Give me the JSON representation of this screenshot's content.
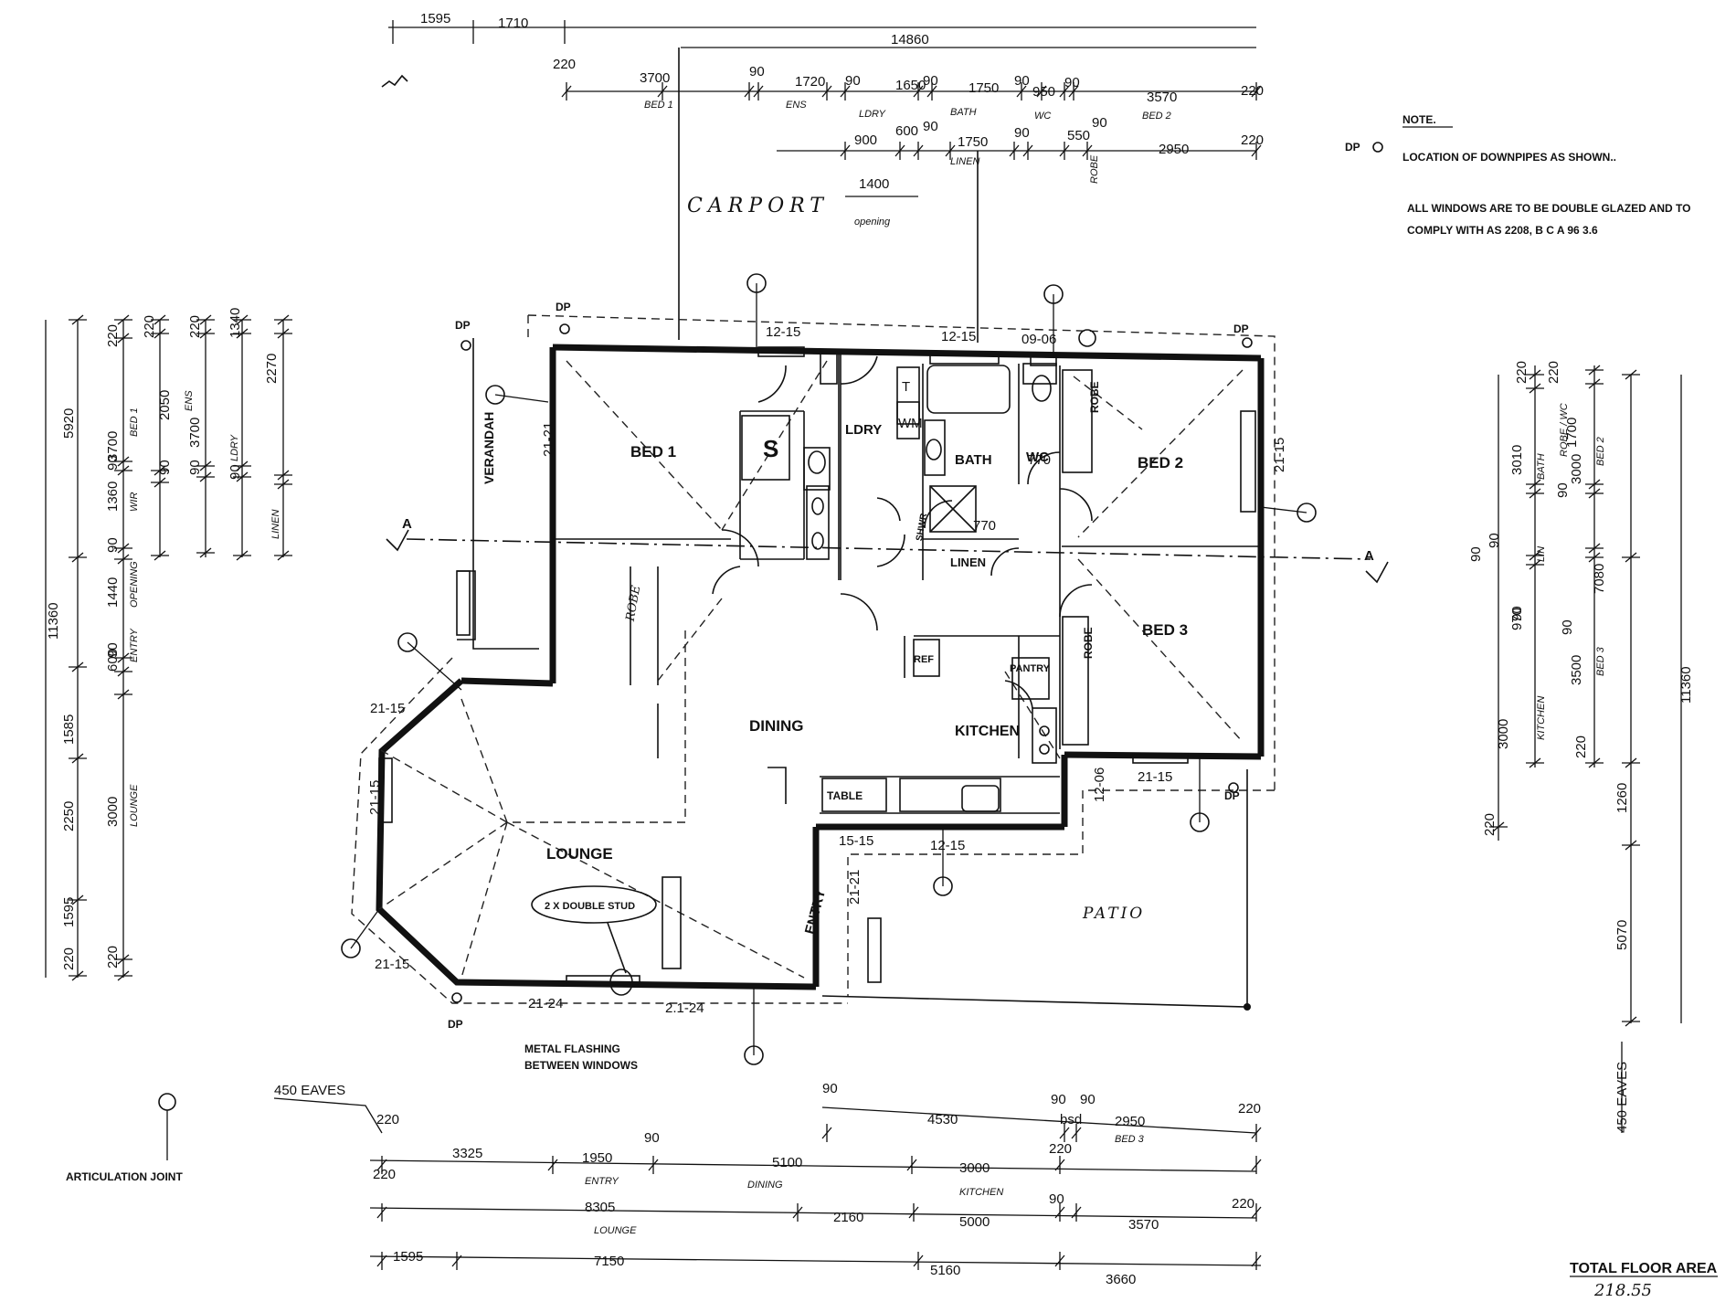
{
  "notes": {
    "heading": "NOTE.",
    "dp_key": "DP",
    "dp_text": "LOCATION OF DOWNPIPES AS SHOWN..",
    "windows_line1": "ALL WINDOWS ARE TO BE DOUBLE GLAZED AND TO",
    "windows_line2": "COMPLY WITH AS 2208, B C A 96 3.6"
  },
  "rooms": {
    "bed1": "BED 1",
    "bed2": "BED 2",
    "bed3": "BED 3",
    "ldry": "LDRY",
    "bath": "BATH",
    "wc": "WC",
    "linen": "LINEN",
    "robe1": "ROBE",
    "robe2": "ROBE",
    "robe3": "ROBE",
    "dining": "DINING",
    "kitchen": "KITCHEN",
    "pantry": "PANTRY",
    "ref": "REF",
    "table": "TABLE",
    "lounge": "LOUNGE",
    "entry": "ENTRY",
    "verandah": "VERANDAH",
    "carport": "CARPORT",
    "patio": "PATIO",
    "double_stud": "2 X DOUBLE STUD",
    "wm": "WM",
    "t": "T",
    "s": "S",
    "shwr": "SHWR"
  },
  "section": {
    "a_left": "A",
    "a_right": "A"
  },
  "window_codes": {
    "w1": "12-15",
    "w2": "12-15",
    "w3": "09-06",
    "w4": "21-15",
    "w5": "21-21",
    "w6": "21-15",
    "w7": "21-15",
    "w8": "21-15",
    "w9": "21-24",
    "w10": "2.1-24",
    "w11": "21-21",
    "w12": "15-15",
    "w13": "12-15",
    "w14": "21-15",
    "w15": "12-06",
    "w16": "770",
    "w17": "770"
  },
  "dp_labels": [
    "DP",
    "DP",
    "DP",
    "DP",
    "DP"
  ],
  "top_dims": {
    "r0": [
      "1595",
      "1710"
    ],
    "overall": "14860",
    "r1": [
      "220",
      "3700",
      "90",
      "1720",
      "90",
      "1650",
      "90",
      "1750",
      "90",
      "950",
      "90",
      "3570",
      "220"
    ],
    "r1_sub": [
      "BED 1",
      "ENS",
      "LDRY",
      "BATH",
      "WC",
      "BED 2"
    ],
    "r2": [
      "900",
      "600",
      "90",
      "1750",
      "90",
      "550",
      "90",
      "2950",
      "220"
    ],
    "r2_sub": [
      "LINEN",
      "ROBE"
    ],
    "opening_val": "1400",
    "opening_lbl": "opening"
  },
  "left_dims": {
    "overall": "11360",
    "a": [
      "5920",
      "1585",
      "2250",
      "1595",
      "220"
    ],
    "b": [
      "220",
      "3700",
      "90",
      "1360",
      "90",
      "1440",
      "90",
      "600",
      "3000",
      "220"
    ],
    "b_sub": [
      "BED 1",
      "WIR",
      "OPENING",
      "ENTRY",
      "LOUNGE"
    ],
    "c": [
      "220",
      "2050",
      "90",
      "220",
      "3700",
      "90",
      "1340",
      "90",
      "2270"
    ],
    "c_sub": [
      "ENS",
      "LDRY",
      "LINEN"
    ]
  },
  "right_dims": {
    "overall": "11360",
    "a": [
      "220",
      "3010",
      "90",
      "90",
      "970",
      "90",
      "3000",
      "220"
    ],
    "a_sub": [
      "BATH",
      "LIN",
      "KITCHEN"
    ],
    "b": [
      "220",
      "1700",
      "90",
      "3000",
      "90",
      "3500",
      "220",
      "1260",
      "5070"
    ],
    "b_sub": [
      "ROBE / WC",
      "BED 2",
      "BED 3"
    ],
    "c": "7080",
    "eaves": "450 EAVES"
  },
  "bottom_dims": {
    "eaves": "450 EAVES",
    "r1": [
      "90",
      "4530",
      "90",
      "90",
      "2950",
      "220"
    ],
    "r1_sub": [
      "BED 3",
      "bsd"
    ],
    "r2": [
      "220",
      "3325",
      "1950",
      "90",
      "5100",
      "3000",
      "220"
    ],
    "r2_sub": [
      "ENTRY",
      "DINING",
      "KITCHEN"
    ],
    "r3": [
      "220",
      "8305",
      "2160",
      "5000",
      "90",
      "3570",
      "220"
    ],
    "r3_sub": [
      "LOUNGE"
    ],
    "r4": [
      "1595",
      "7150",
      "5160",
      "3660"
    ]
  },
  "legend": {
    "articulation": "ARTICULATION JOINT",
    "metal_flashing_1": "METAL FLASHING",
    "metal_flashing_2": "BETWEEN WINDOWS"
  },
  "area": {
    "label": "TOTAL FLOOR AREA",
    "value": "218.55"
  }
}
